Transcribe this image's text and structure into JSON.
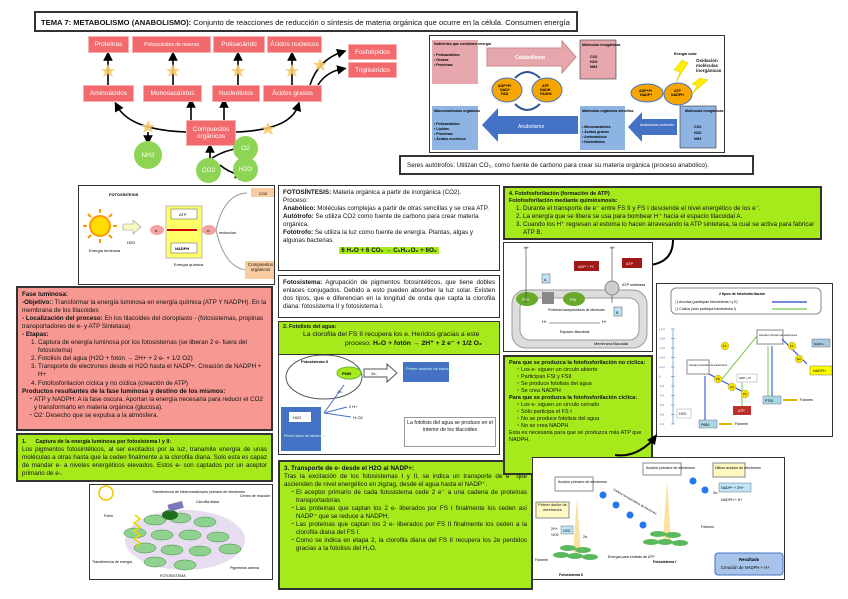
{
  "title": {
    "bold": "TEMA 7: METABOLISMO (ANABOLISMO):",
    "text": " Conjunto de reacciones de reducción o síntesis de materia orgánica que ocurre en la célula. Consumen energía"
  },
  "concept_map": {
    "top": [
      "Proteínas",
      "Polisacáridos de reserva",
      "Polisacárido",
      "Ácidos nucleicos"
    ],
    "lipids": [
      "Fosfolípidos",
      "Triglicéridos"
    ],
    "middle": [
      "Aminoácidos",
      "Monosacáridos",
      "Nucleótidos",
      "Ácidos grasos"
    ],
    "center": "Compuestos orgánicos",
    "molecules": [
      "NH3",
      "CO2",
      "O2",
      "H2O"
    ]
  },
  "metabolism_diagram": {
    "nutrients_title": "Nutrientes que contienen energía",
    "nutrients": [
      "• Polisacáridos",
      "• Grasas",
      "• Proteínas"
    ],
    "catabolism": "Catabolismo",
    "inorganic_title": "Moléculas inorgánicas",
    "inorganic": [
      "CO2",
      "H2O",
      "NH3"
    ],
    "cycle_left": [
      "ADP+Pi",
      "NAD+",
      "FAD"
    ],
    "cycle_right": [
      "ATP",
      "NADH",
      "FADH2"
    ],
    "macro_title": "Macromoléculas orgánicas",
    "macro": [
      "• Polisacáridos",
      "• Lípidos",
      "• Proteínas",
      "• Ácidos nucleicos"
    ],
    "anabolism": "Anabolismo",
    "simple_title": "Moléculas orgánicas sencillas",
    "simple": [
      "• Monosacáridos",
      "• Ácidos grasos",
      "• Aminoácidos",
      "• Nucleótidos"
    ],
    "auto": "Anabolismo autótrofo",
    "auto_left": [
      "ADP+Pi",
      "NADP+"
    ],
    "auto_right": [
      "ATP",
      "NADPH"
    ],
    "solar": "Energía solar",
    "oxidation": "Oxidación moléculas inorgánicas",
    "inorganic2_title": "Moléculas inorgánicas",
    "inorganic2": [
      "CO2",
      "H2O",
      "NH3"
    ]
  },
  "autotrofos": "Seres autótrofos: Utilizan CO₂, como fuente de carbono para crear su materia orgánica (proceso anabólico).",
  "photo_fig": {
    "title": "FOTOSÍNTESIS",
    "co2": "CO2",
    "atp": "ATP",
    "nadph": "NADPH",
    "reduction": "reducción",
    "h2o": "H2O",
    "e": "e-",
    "light": "Energía luminosa",
    "chem": "Energía química",
    "compounds": "Compuestos orgánicos"
  },
  "fotosintesis": {
    "lines": [
      {
        "b": "FOTOSÍNTESIS:",
        "t": " Materia orgánica a partir de inorgánica (CO2)."
      },
      {
        "b": "",
        "t": "Proceso:"
      },
      {
        "b": "Anabólico:",
        "t": " Moléculas complejas a partir de otras sencillas y se crea ATP."
      },
      {
        "b": "Autótrofo:",
        "t": " Se utiliza CO2 como fuente de carbono para crear materia orgánica."
      },
      {
        "b": "Fotótrofo:",
        "t": " Se utiliza la luz como fuente de energía. Plantas, algas y algunas bacterias."
      }
    ],
    "equation": "6 H₂O + 6 CO₂ → C₆H₁₂O₆ + 6O₂"
  },
  "fotosistema": {
    "b": "Fotosistema:",
    "t": " Agrupación de pigmentos fotosintéticos, que tiene dobles enlaces conjugados. Debido a esto pueden absorber la luz solar. Existen dos tipos, que e diferencian en la longitud de onda que capta la clorofila diana: fotosistema II y fotosistema I."
  },
  "fase_luminosa": {
    "title": "Fase luminosa:",
    "objetivo_b": "-Objetivo:",
    "objetivo": ": Transformar la energía luminosa en energía química (ATP Y NADPH). En la membrana de los tilacoides",
    "loc_b": "- Localización del proceso:",
    "loc": " En los tilacoides del cloroplasto - (fotosistemas, propinas transportadores de e- y ATP Sintetasa)",
    "etapas_b": "- Etapas:",
    "etapas": [
      "Captura de energía luminosa por los fotosistemas (se liberan 2 e- fuera del fotosistema)",
      "Fotolisis del agua (H2O + fotón → 2H+ + 2 e- + 1/2 O2)",
      "Transporte de electrones desde el H2O hasta el NADP+. Creación de NADPH + H+",
      "Fotofosforilacion cíclica y no cíclica (creación de ATP)"
    ],
    "productos_b": "Productos resultantes de la fase luminosa y destino de los mismos:",
    "productos": [
      "ATP y NADPH: A la fase oscura. Aportan la energía necesaria para reducir el CO2 y transformarlo en materia orgánica (glucosa).",
      "O2: Desecho que se expulsa a la atmósfera."
    ]
  },
  "captura": {
    "title": "1.      Captura de la energía luminosa por fotosistema I y II:",
    "text": "Los pigmentos fotosintéticos, al ser excitados por la luz, tranamite energía de unas moléculas a otras hasta que la ceden finalmente a la clorofila diana. Solo esta es capaz de mandar e- a niveles energéticos elevados. Estos e- son captados por un aceptor primario de e-."
  },
  "photosystem_fig": {
    "labels": [
      "Transferencia de electrones",
      "Aceptor primario de electrones",
      "Clorofila diana",
      "Centro de reacción",
      "Fotón",
      "Transferencia de energía",
      "Pigmentos antena",
      "FOTOSISTEMA"
    ]
  },
  "fotolisis": {
    "title": "2. Fotolisis del agua:",
    "line1": "La clorofila del FS II recupera los e. Heridos gracias a este",
    "line2a": "proceso: ",
    "line2b": "H₂O + fotón  → 2H⁺ + 2 e⁻ + 1/2 O₂",
    "fig": {
      "ps": "Fotosistema II",
      "p680": "P680",
      "e2": "2e-",
      "acceptor": "Primer aceptor de electrones",
      "e2b": "2e-",
      "h": "2 H+",
      "o2": "½ O2",
      "h2o": "H2O",
      "donor": "Primer dador de electrones",
      "note": "La fotolisis del agua se produce en el interior de los tilacoides"
    }
  },
  "transporte": {
    "title": "3. Transporte de e- desde el H2O al NADP+:",
    "intro": "Tras la excitación de los fotosistemas I y II, se indica un transporte de e⁻ que ascienden de nivel energético en zigzag, desde el agua hasta el NADP⁺.",
    "items": [
      "El aceptor primario de cada fotosistema cede 2 e⁻ a una cadena de proteínas transportadoras",
      "Las proteínas que captan los 2 e- liberados por FS I finalmente los ceden así NADP⁺ que se reduce a NADPH.",
      "Las proteínas que captan los 2 e- liberados por FS II finalmente los ceden a la clorofila diana del FS I.",
      "Como se indica en etapa 2, la clorofila diana del FS II recupera los 2e perdidos gracias a la fotolisis del H₂O."
    ]
  },
  "fotofosforilacion": {
    "title": "4. Fotofosforilación (formación de ATP)",
    "subtitle": "Fotofosforilación mediante quimiósmosis:",
    "items": [
      "Durante el transporte de e⁻ entre FS II y FS I desciende el nivel energético de los e⁻.",
      "La energía que se libera se usa para bombear H⁺ hacia el espacio tilacoidal A.",
      "Cuando los H⁺ regresan al estoma lo hacen atravesando la ATP sintetasa, la cual se activa para fabricar ATP B."
    ]
  },
  "atp_fig": {
    "h1": "H+",
    "h2": "H+",
    "a": "A",
    "b": "B",
    "adp": "ADP + Pi",
    "atp": "ATP",
    "synth": "ATP sintetasa",
    "psii": "PSII",
    "psi": "PSI",
    "proteins": "Proteínas transportadoras de electrones",
    "h3": "H+",
    "h4": "H+",
    "space": "Espacio tilacoidal",
    "membrane": "Membrana tilacoidal"
  },
  "tipos": {
    "nc_title": "Para que se produzca la fotofosforilación no cíclica:",
    "nc": [
      "Los e- siguen un circulo abierto",
      "Participan FSI y FSII",
      "Se produce fotolisis del agua",
      "Se crea NADPH"
    ],
    "c_title": "Para que se produzca la fotofosforilación cíclica:",
    "c": [
      "Los e- siguen un circulo cerrado",
      "Sólo participa el FS I",
      "No se produce fotolisis del agua",
      "No se crea NADPH"
    ],
    "note": "Esta es necesaria para que se produzca más ATP que NADPH."
  },
  "zscheme": {
    "title": "2 tipos de fotofosforilación",
    "legend": [
      "❑ Acíclica (participan fotosistema I y II)",
      "❑ Cíclica (sólo participa fotosistema I)"
    ],
    "ticks": [
      "-1,0",
      "-0,8",
      "-0,6",
      "-0,4",
      "-0,2",
      "0",
      "+0,2",
      "+0,4",
      "+0,6",
      "+0,8",
      "+1,0"
    ],
    "acceptor1": "Aceptor primario de electrones",
    "acceptor2": "Aceptor primario de electrones",
    "fd1": "Fd",
    "fd2": "Fd",
    "pq": "PQ",
    "cyt": "Cyt",
    "pc": "PC",
    "nr": "Rd",
    "nadp": "NADP+",
    "nadph": "NADPH",
    "adp": "ADP + Pi",
    "atp": "ATP",
    "h2o": "H2O",
    "p680": "P680",
    "p700": "P700",
    "photons1": "Fotones",
    "photons2": "Fotones"
  },
  "chain_fig": {
    "acc1": "Aceptor primario de electrones",
    "acc2": "Aceptor primario de electrones",
    "last": "Último aceptor de electrones",
    "donor": "Primer dador de electrones",
    "h2o": "H2O",
    "h2": "2H+",
    "o2": "½O2",
    "e1": "2e-",
    "e2": "2e-",
    "nadp": "NADP+ + 2H+",
    "nadph": "NADPH + H+",
    "energy": "Energía para síntesis de ATP",
    "chain": "Cadena transportadora de electrones",
    "photons1": "Fotones",
    "photons2": "Fotones",
    "ps2": "Fotosistema II",
    "ps1": "Fotosistema I",
    "result_title": "Resultado",
    "result": "Creación de NADPH + H+"
  },
  "colors": {
    "green": "#a6ea1c",
    "pink": "#f79892",
    "red_box": "#f26a6c",
    "molecule": "#8ed455",
    "blue": "#4472c4"
  }
}
